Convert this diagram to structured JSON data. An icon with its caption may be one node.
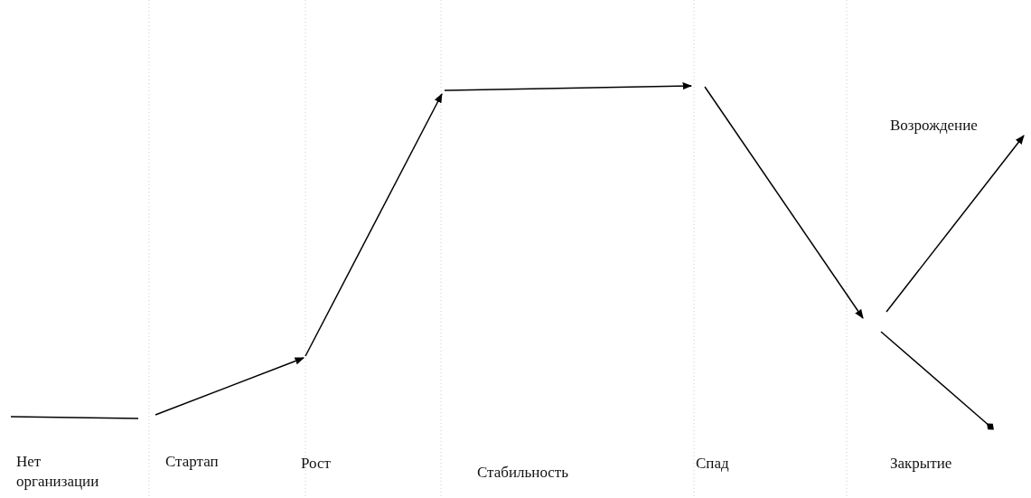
{
  "diagram": {
    "labels": [
      "Возрождение",
      "Нет организации",
      "Стартап",
      "Рост",
      "Стабильность",
      "Спад",
      "Закрытие"
    ]
  }
}
